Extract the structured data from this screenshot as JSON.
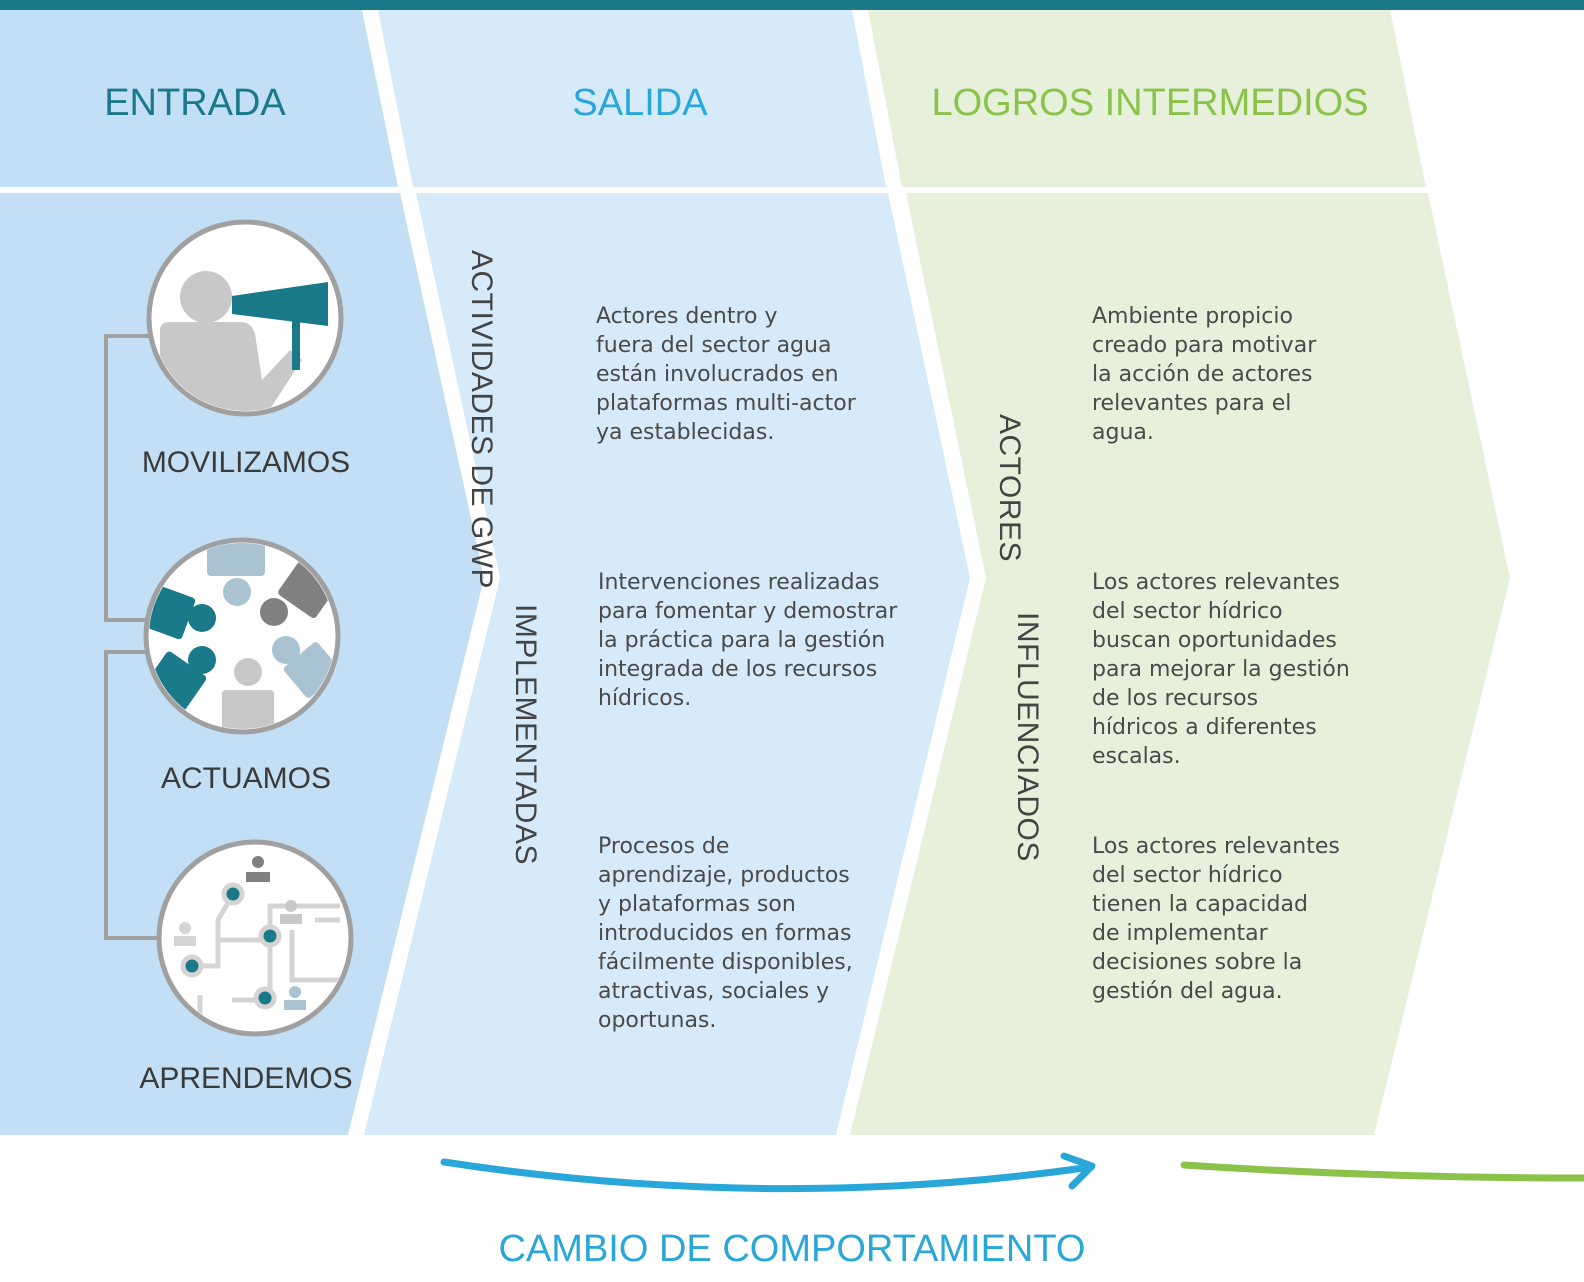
{
  "headers": {
    "entrada": "ENTRADA",
    "salida": "SALIDA",
    "logros": "LOGROS INTERMEDIOS"
  },
  "icons": {
    "movilizamos": "MOVILIZAMOS",
    "actuamos": "ACTUAMOS",
    "aprendemos": "APRENDEMOS"
  },
  "vertical": {
    "actividades": "ACTIVIDADES DE GWP",
    "implementadas": "IMPLEMENTADAS",
    "actores": "ACTORES",
    "influenciados": "INFLUENCIADOS"
  },
  "salida_items": [
    "Actores dentro y\nfuera del sector agua\nestán involucrados en\nplataformas multi-actor\nya establecidas.",
    "Intervenciones realizadas\npara fomentar y demostrar\nla práctica para la gestión\nintegrada de los recursos\nhídricos.",
    "Procesos de\naprendizaje, productos\ny plataformas son\nintroducidos en formas\nfácilmente disponibles,\natractivas, sociales y\noportunas."
  ],
  "logros_items": [
    "Ambiente propicio\ncreado para motivar\nla acción de actores\nrelevantes para el\nagua.",
    "Los actores relevantes\ndel sector hídrico\nbuscan oportunidades\npara mejorar la gestión\nde los recursos\nhídricos a diferentes\nescalas.",
    "Los actores relevantes\ndel sector hídrico\ntienen la capacidad\nde implementar\ndecisiones sobre la\ngestión del agua."
  ],
  "footer": "CAMBIO DE COMPORTAMIENTO",
  "colors": {
    "teal": "#1a7a8a",
    "entrada_bg": "#c2dff5",
    "salida_bg": "#d6eaf9",
    "logros_bg": "#e6f0da",
    "blue_arrow": "#2aa7d9",
    "green": "#8bc34a"
  }
}
